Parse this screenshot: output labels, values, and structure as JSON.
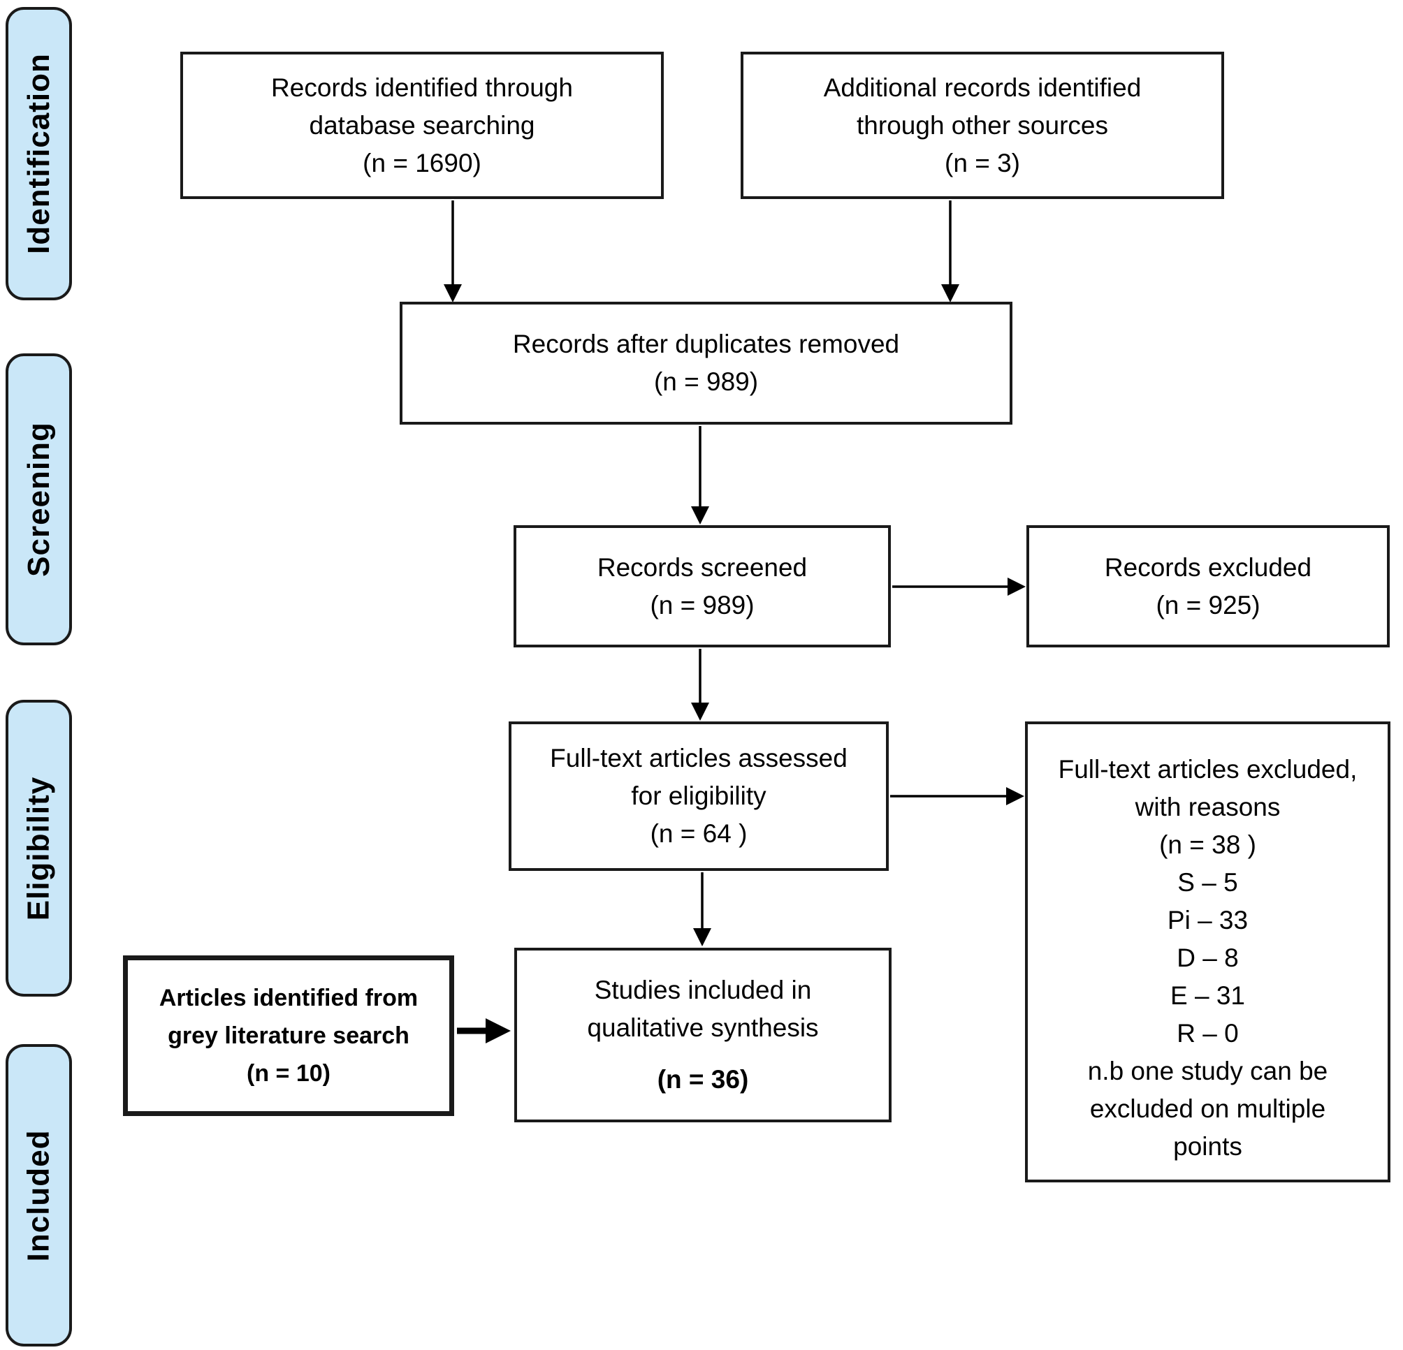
{
  "colors": {
    "page_bg": "#ffffff",
    "stage_fill": "#cae7f8",
    "stage_border": "#1a1a1a",
    "box_fill": "#ffffff",
    "box_border": "#1a1a1a",
    "arrow": "#000000"
  },
  "stages": [
    {
      "label": "Identification"
    },
    {
      "label": "Screening"
    },
    {
      "label": "Eligibility"
    },
    {
      "label": "Included"
    }
  ],
  "boxes": {
    "records_identified": {
      "lines": [
        "Records identified through",
        "database searching",
        "(n = 1690)"
      ]
    },
    "additional_records": {
      "lines": [
        "Additional records identified",
        "through other sources",
        "(n = 3)"
      ]
    },
    "duplicates_removed": {
      "lines": [
        "Records after duplicates removed",
        "(n = 989)"
      ]
    },
    "records_screened": {
      "lines": [
        "Records screened",
        "(n = 989)"
      ]
    },
    "records_excluded": {
      "lines": [
        "Records excluded",
        "(n = 925)"
      ]
    },
    "fulltext_assessed": {
      "lines": [
        "Full-text articles assessed",
        "for eligibility",
        "(n = 64 )"
      ]
    },
    "fulltext_excluded": {
      "lines": [
        "Full-text articles excluded,",
        "with reasons",
        "(n = 38 )",
        "S – 5",
        "Pi – 33",
        "D – 8",
        "E – 31",
        "R – 0",
        "n.b one study can be",
        "excluded on multiple",
        "points"
      ]
    },
    "grey_literature": {
      "lines": [
        "Articles identified from",
        "grey literature search",
        "(n = 10)"
      ]
    },
    "studies_included": {
      "lines": [
        "Studies included in",
        "qualitative synthesis",
        "(n = 36)"
      ]
    }
  }
}
